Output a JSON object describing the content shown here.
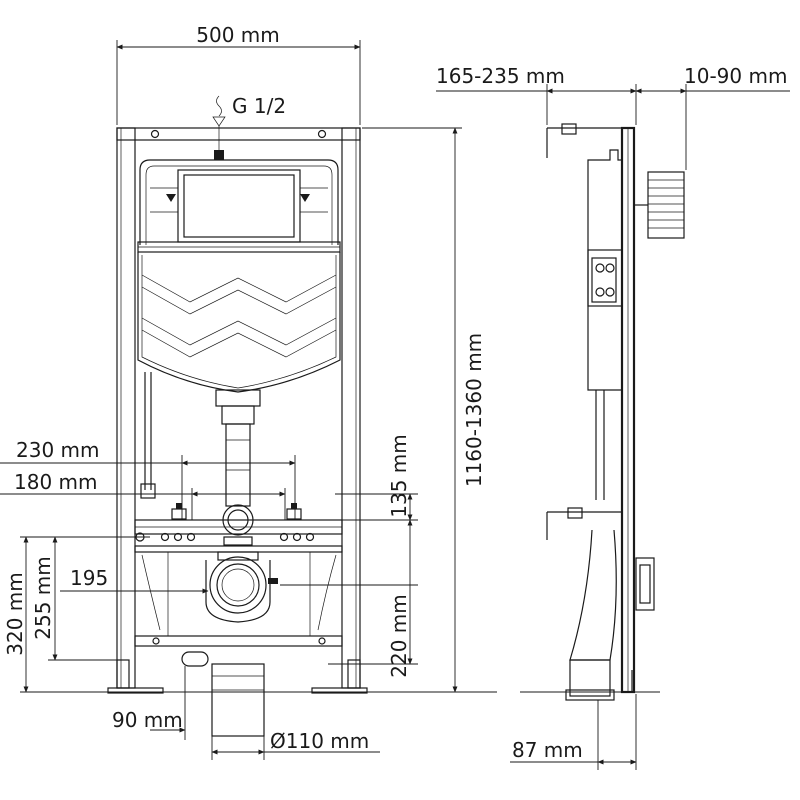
{
  "labels": {
    "width_total": "500 mm",
    "water_inlet": "G 1/2",
    "height_total": "1160-1360 mm",
    "span_230": "230 mm",
    "span_180": "180 mm",
    "height_135": "135 mm",
    "height_320": "320 mm",
    "height_255": "255 mm",
    "dim_195": "195",
    "height_220": "220 mm",
    "offset_90": "90 mm",
    "diameter_110": "Ø110 mm",
    "depth_range": "165-235 mm",
    "wall_range": "10-90 mm",
    "depth_87": "87 mm"
  }
}
